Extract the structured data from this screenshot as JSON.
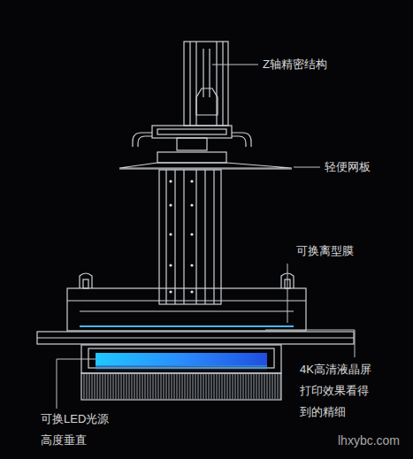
{
  "diagram": {
    "labels": [
      "Z轴精密结构",
      "轻便网板",
      "可换离型膜",
      "4K高清液晶屏 打印效果看得 到的精细",
      "可换LED光源 高度垂直",
      "lhxybc.com"
    ]
  }
}
